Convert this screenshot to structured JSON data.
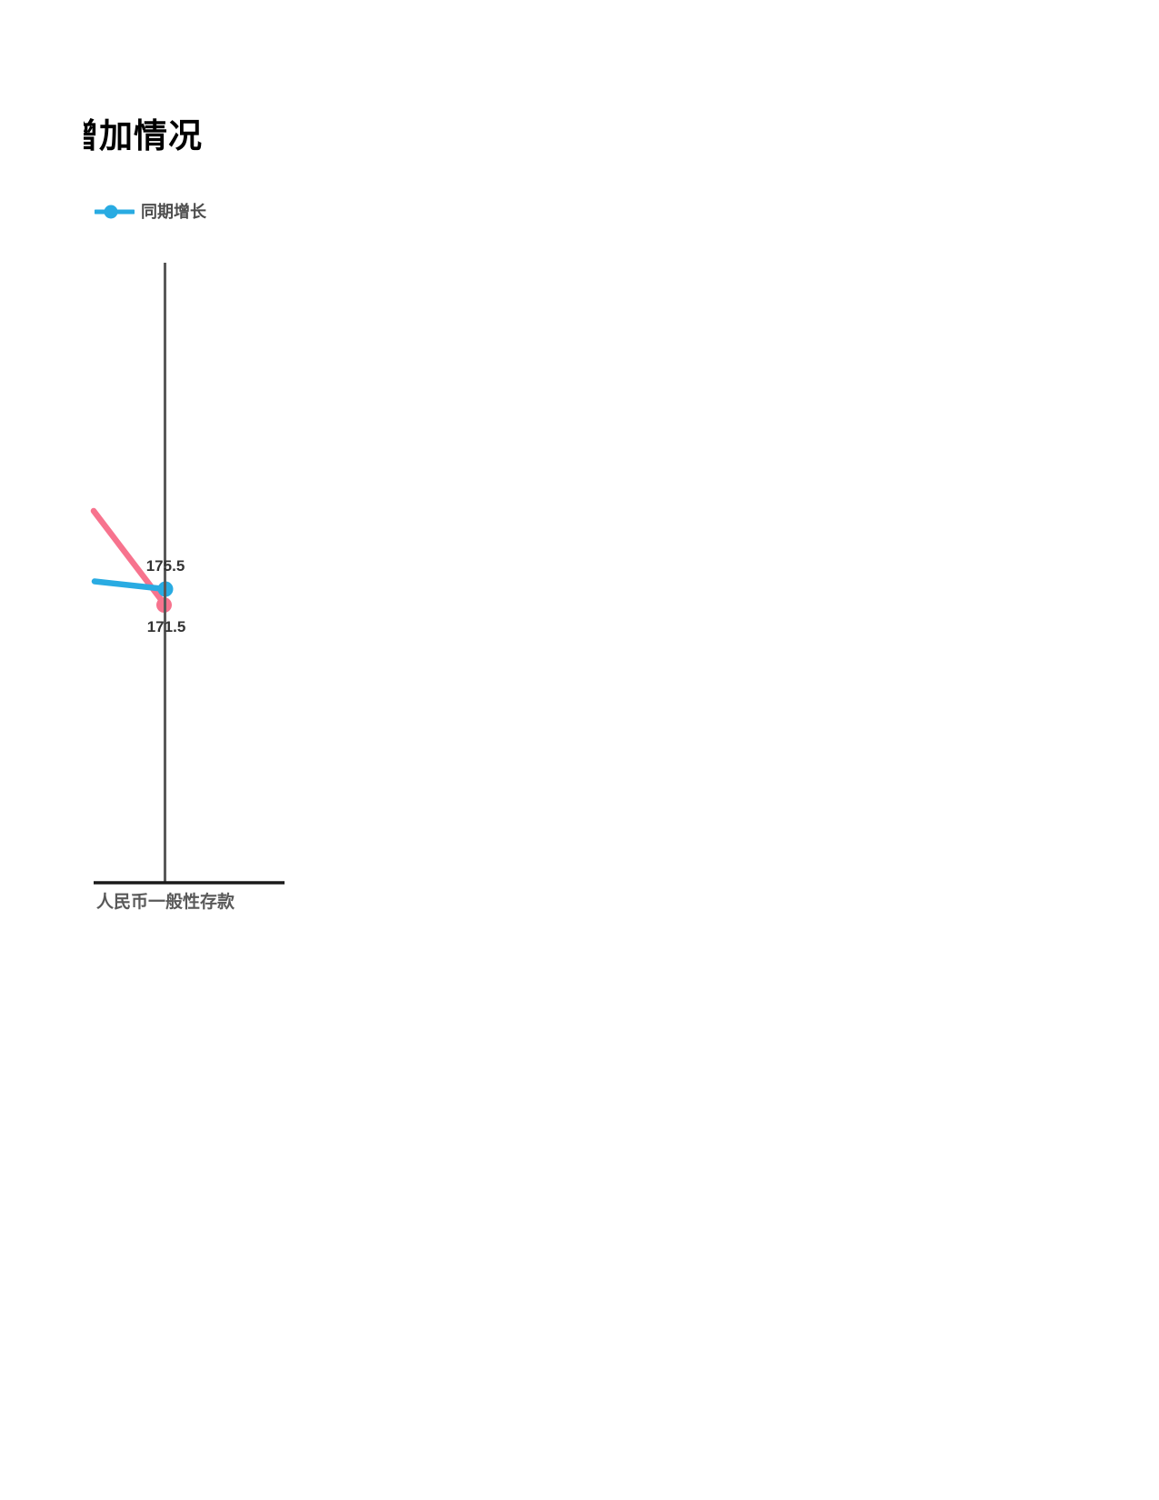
{
  "title": {
    "text": "增加情况"
  },
  "legend": {
    "items": [
      {
        "label": "同期增长",
        "color": "#29ABE2"
      }
    ]
  },
  "chart_data": {
    "type": "line",
    "categories": [
      "人民币一般性存款"
    ],
    "series": [
      {
        "name": "同期增长",
        "color": "#29ABE2",
        "values": [
          175.5
        ]
      },
      {
        "name": "",
        "color": "#F7738E",
        "values": [
          171.5
        ]
      }
    ],
    "data_labels_visible": true,
    "legend_position": "top-left",
    "grid": "single vertical gridline, no y-axis ticks visible",
    "axis_colors": {
      "gridline": "#595959",
      "x_axis": "#1a1a1a"
    },
    "cropped_left": true
  }
}
